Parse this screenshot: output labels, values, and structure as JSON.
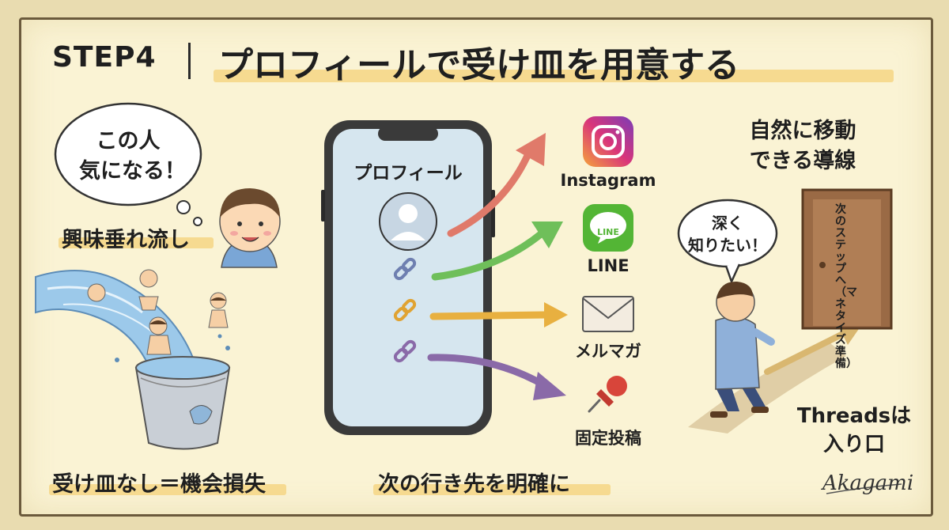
{
  "title": {
    "step": "STEP4",
    "main": "プロフィールで受け皿を用意する"
  },
  "left": {
    "bubble_line1": "この人",
    "bubble_line2": "気になる！",
    "label_interest": "興味垂れ流し",
    "label_loss": "受け皿なし＝機会損失"
  },
  "center": {
    "phone_label": "プロフィール",
    "caption": "次の行き先を明確に"
  },
  "destinations": [
    {
      "label": "Instagram",
      "icon": "instagram-icon",
      "arrow_color": "#e07a6a"
    },
    {
      "label": "LINE",
      "icon": "line-icon",
      "badge": "LINE",
      "arrow_color": "#6fbf5a"
    },
    {
      "label": "メルマガ",
      "icon": "envelope-icon",
      "arrow_color": "#e8b040"
    },
    {
      "label": "固定投稿",
      "icon": "pushpin-icon",
      "arrow_color": "#8a6aa8"
    }
  ],
  "right": {
    "heading_line1": "自然に移動",
    "heading_line2": "できる導線",
    "bubble_line1": "深く",
    "bubble_line2": "知りたい！",
    "door_label": "次のステップへ（マネタイズ準備）",
    "threads_line1": "Threadsは",
    "threads_line2": "入り口"
  },
  "signature": "Akagami",
  "colors": {
    "background": "#faf3d4",
    "highlight": "#f4d27a",
    "phone_frame": "#3a3a3a",
    "door": "#9a6a45"
  }
}
